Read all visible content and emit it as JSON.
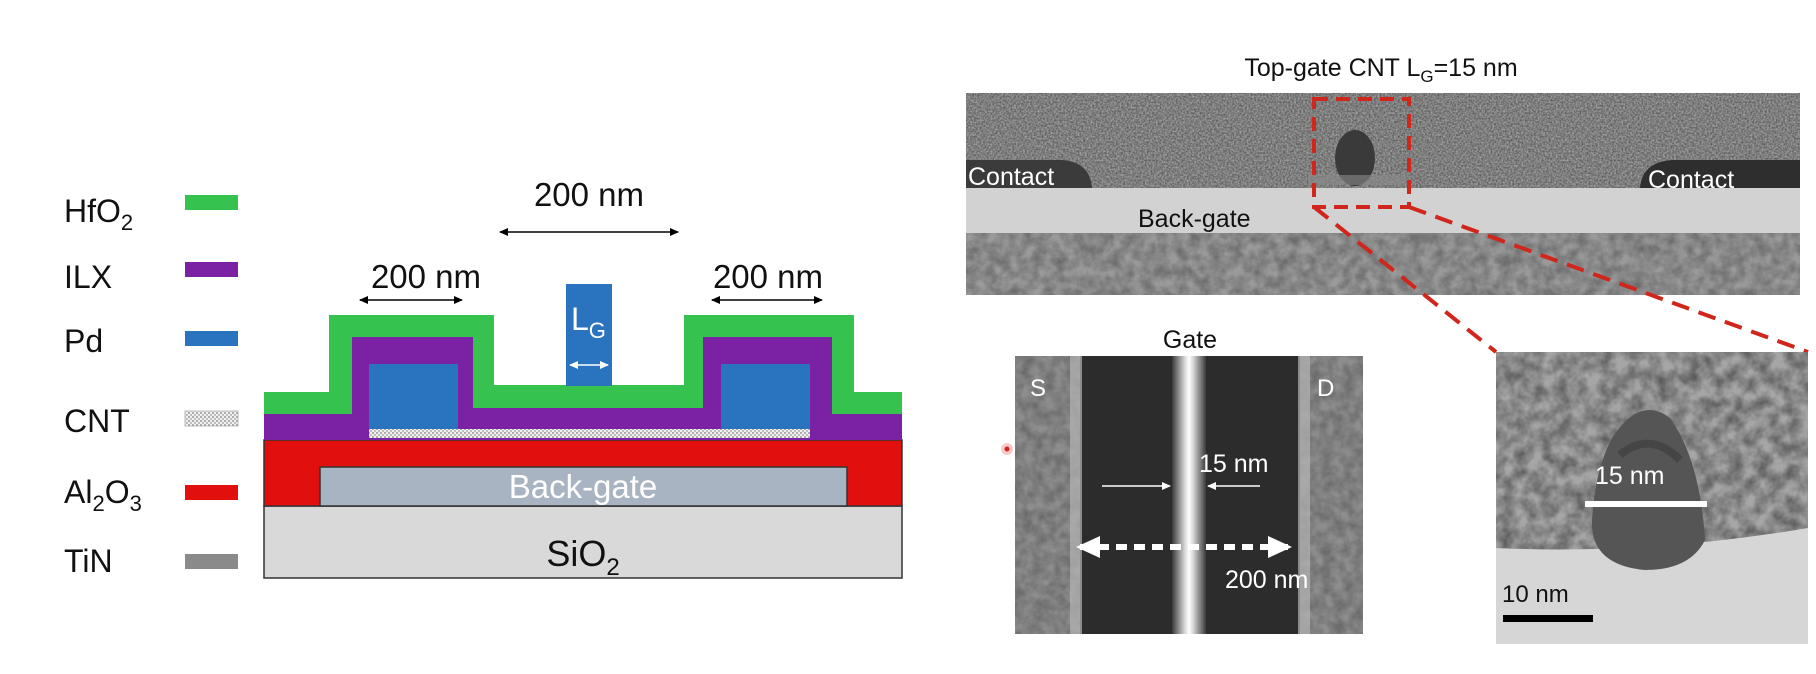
{
  "legend": [
    {
      "label": "HfO",
      "sub": "2",
      "suffix": "",
      "color": "#35c24f"
    },
    {
      "label": "ILX",
      "sub": "",
      "suffix": "",
      "color": "#7a22a3"
    },
    {
      "label": "Pd",
      "sub": "",
      "suffix": "",
      "color": "#2a73be"
    },
    {
      "label": "CNT",
      "sub": "",
      "suffix": "",
      "color": "#d6d6d6"
    },
    {
      "label": "Al",
      "sub": "2",
      "suffix": "O",
      "sub2": "3",
      "color": "#e20f0f"
    },
    {
      "label": "TiN",
      "sub": "",
      "suffix": "",
      "color": "#8a8a8a"
    }
  ],
  "cross_section": {
    "top_dim": "200 nm",
    "left_dim": "200 nm",
    "right_dim": "200 nm",
    "gate_label": "L",
    "gate_label_sub": "G",
    "back_gate": "Back-gate",
    "substrate": "SiO",
    "substrate_sub": "2"
  },
  "tem_top": {
    "title_prefix": "Top-gate CNT L",
    "title_sub": "G",
    "title_suffix": "=15 nm",
    "contact_left": "Contact",
    "contact_right": "Contact",
    "back_gate": "Back-gate"
  },
  "sem": {
    "title": "Gate",
    "source": "S",
    "drain": "D",
    "gate_width": "15 nm",
    "channel_length": "200 nm"
  },
  "tem_zoom": {
    "width_label": "15 nm",
    "scale_bar": "10 nm"
  },
  "colors": {
    "hfo2": "#35c24f",
    "ilx": "#7a22a3",
    "pd": "#2a73be",
    "al2o3": "#e20f0f",
    "backgate": "#a9b4c2",
    "sio2": "#d9d9d9",
    "callout": "#d0261b"
  }
}
